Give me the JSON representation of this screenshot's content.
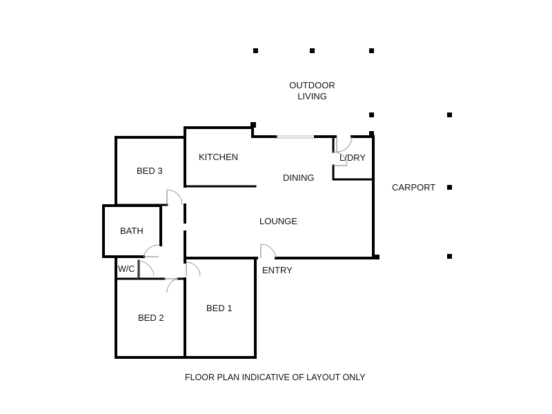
{
  "rooms": {
    "outdoor_living_line1": "OUTDOOR",
    "outdoor_living_line2": "LIVING",
    "kitchen": "KITCHEN",
    "dining": "DINING",
    "laundry": "L/DRY",
    "carport": "CARPORT",
    "bed3": "BED 3",
    "bath": "BATH",
    "lounge": "LOUNGE",
    "wc": "W/C",
    "entry": "ENTRY",
    "bed2": "BED 2",
    "bed1": "BED 1"
  },
  "footer": {
    "note": "FLOOR PLAN INDICATIVE OF LAYOUT ONLY"
  }
}
